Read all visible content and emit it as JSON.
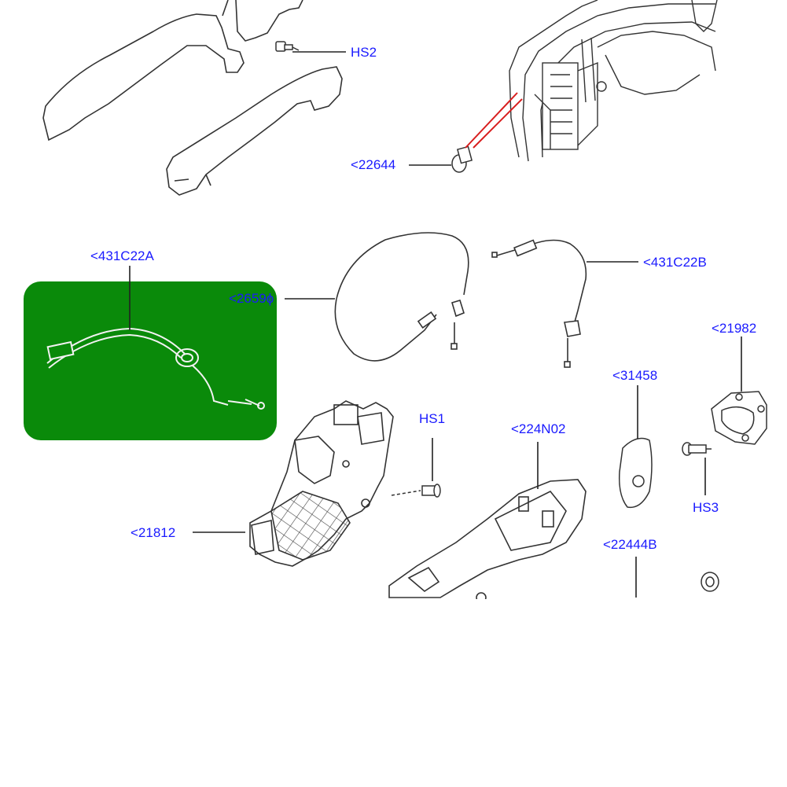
{
  "diagram": {
    "highlight_color": "#0a8a0a",
    "label_color": "#1a1aff",
    "callout_red": "#d81e1e",
    "line_color": "#222222",
    "labels": {
      "hs2": "HS2",
      "p22644": "<22644",
      "p431c22a": "<431C22A",
      "p2659": "<2659ɸ",
      "p431c22b": "<431C22B",
      "p21982": "<21982",
      "p31458": "<31458",
      "hs1": "HS1",
      "p224n02": "<224N02",
      "hs3": "HS3",
      "p21812": "<21812",
      "p22444b": "<22444B"
    }
  }
}
